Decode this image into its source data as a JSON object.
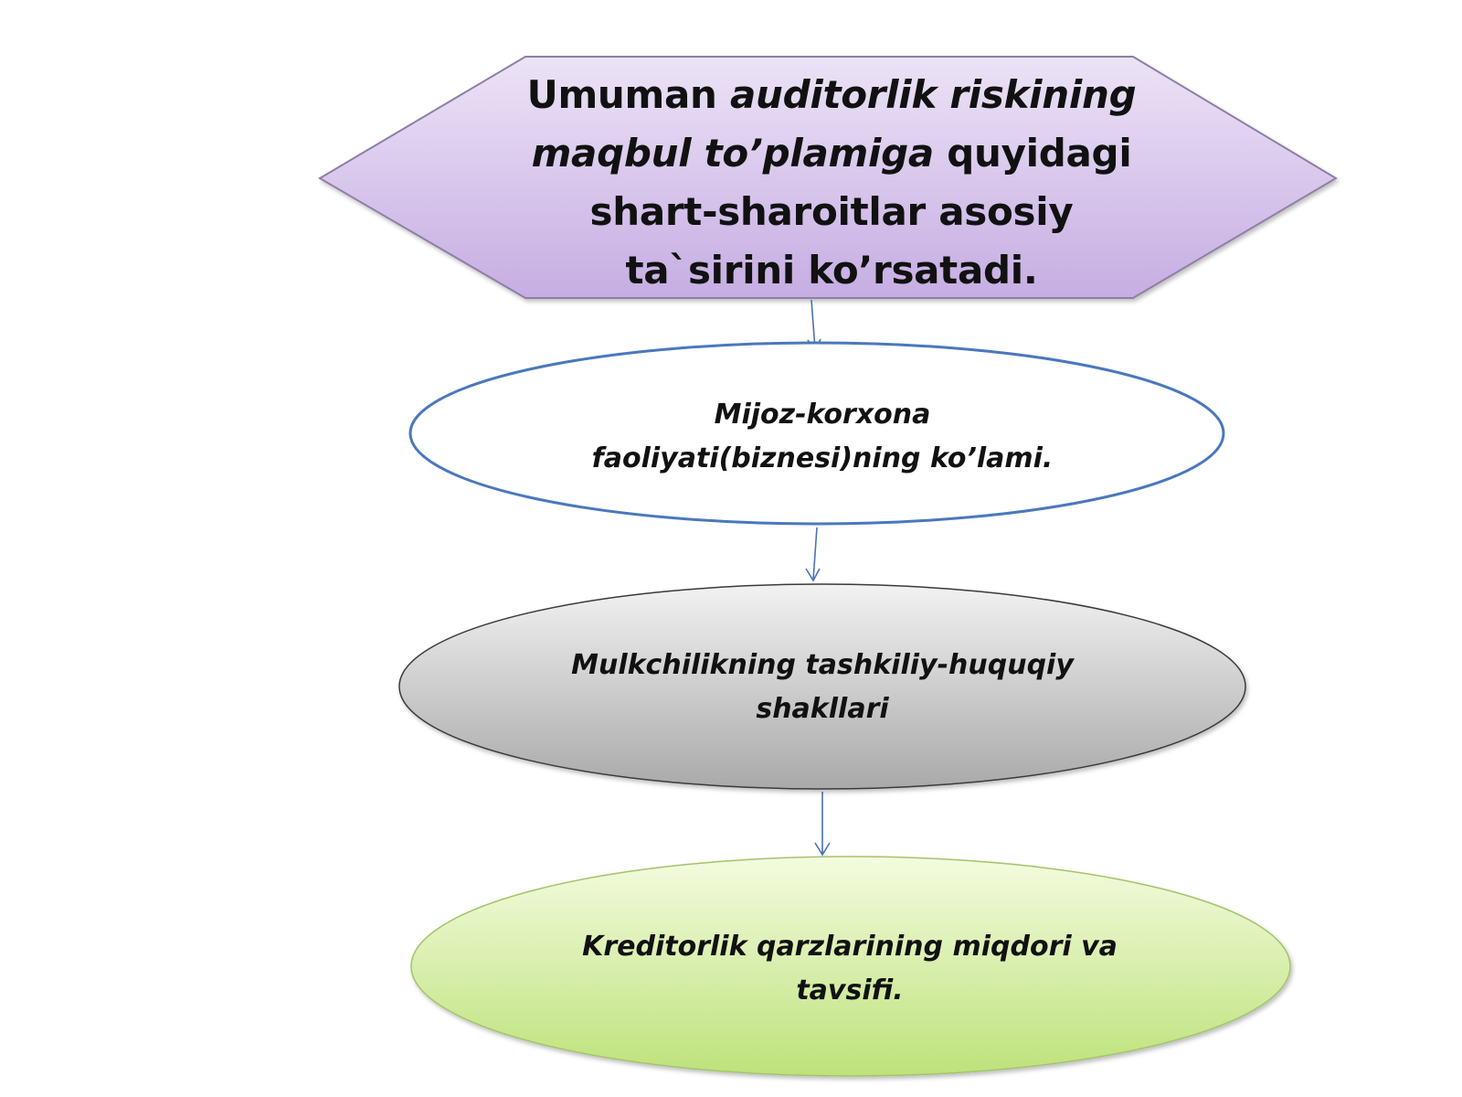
{
  "title": {
    "line1_plain": "Umuman ",
    "line1_italic": "auditorlik riskining",
    "line2_italic": "maqbul to’plamiga",
    "line2_plain": " quyidagi",
    "line3": "shart-sharoitlar asosiy",
    "line4": "ta`sirini ko’rsatadi."
  },
  "nodes": [
    {
      "line1": "Mijoz-korxona",
      "line2": "faoliyati(biznesi)ning ko’lami."
    },
    {
      "line1": "Mulkchilikning tashkiliy-huquqiy",
      "line2": "shakllari"
    },
    {
      "line1": "Kreditorlik qarzlarining miqdori va",
      "line2": "tavsifi."
    }
  ],
  "colors": {
    "hexagon_fill_top": "#ece3f6",
    "hexagon_fill_bottom": "#c6ade3",
    "hexagon_stroke": "#8e7fa6",
    "node1_fill": "#ffffff",
    "node1_stroke": "#4a78bd",
    "node2_fill_top": "#f2f2f2",
    "node2_fill_bottom": "#a9a9a9",
    "node2_stroke": "#3a3a3a",
    "node3_fill_top": "#f4fbe0",
    "node3_fill_bottom": "#bde27a",
    "node3_stroke": "#a3c46a",
    "arrow_color": "#4a72b8"
  }
}
